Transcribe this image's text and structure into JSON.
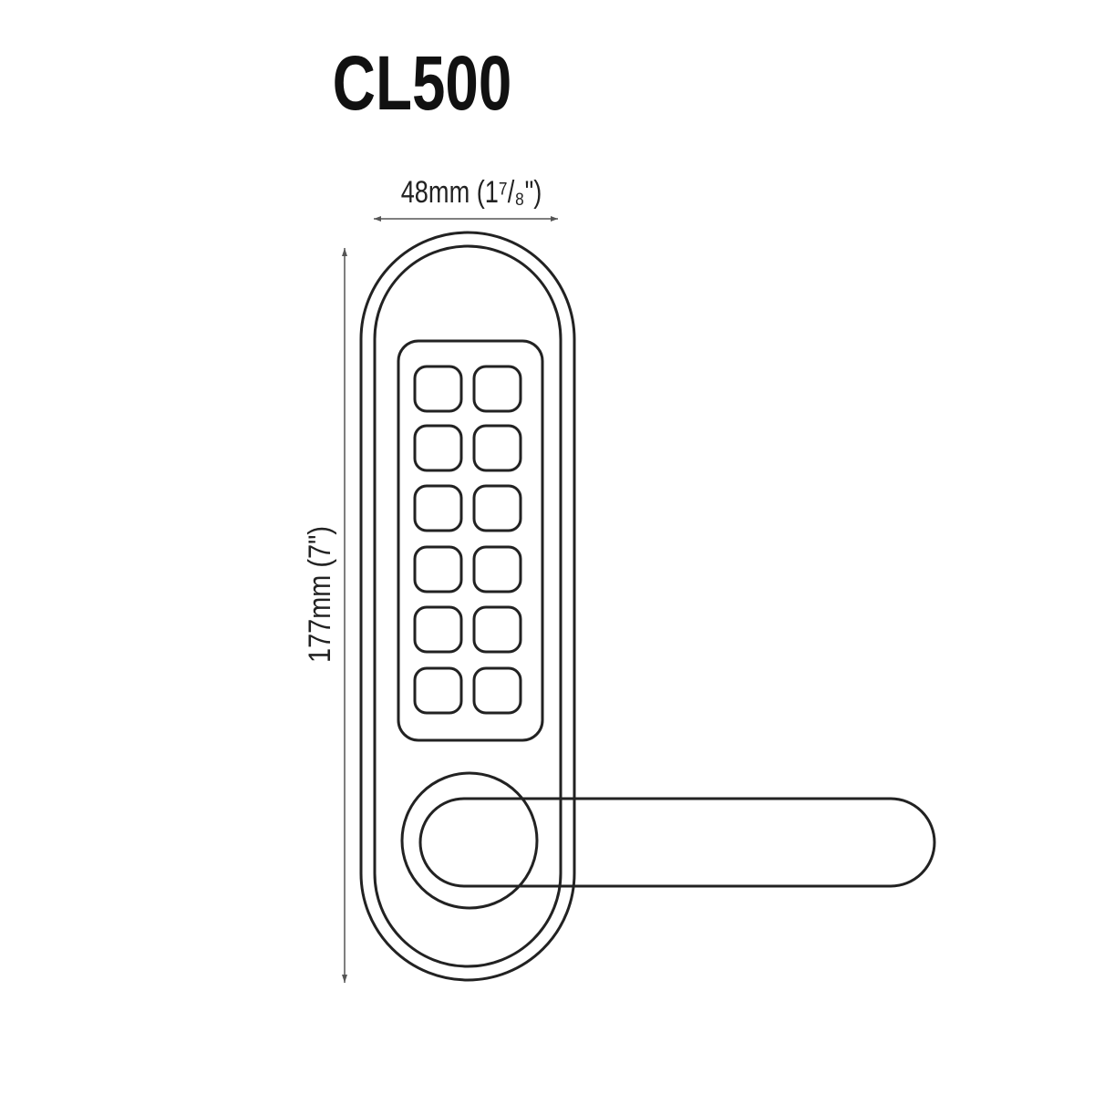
{
  "title": "CL500",
  "dimensions": {
    "width_label": "48mm (1⁷/₈\")",
    "height_label": "177mm (7\")"
  },
  "keypad": {
    "rows": 6,
    "columns": 2
  },
  "colors": {
    "line": "#222222",
    "background": "#ffffff"
  }
}
